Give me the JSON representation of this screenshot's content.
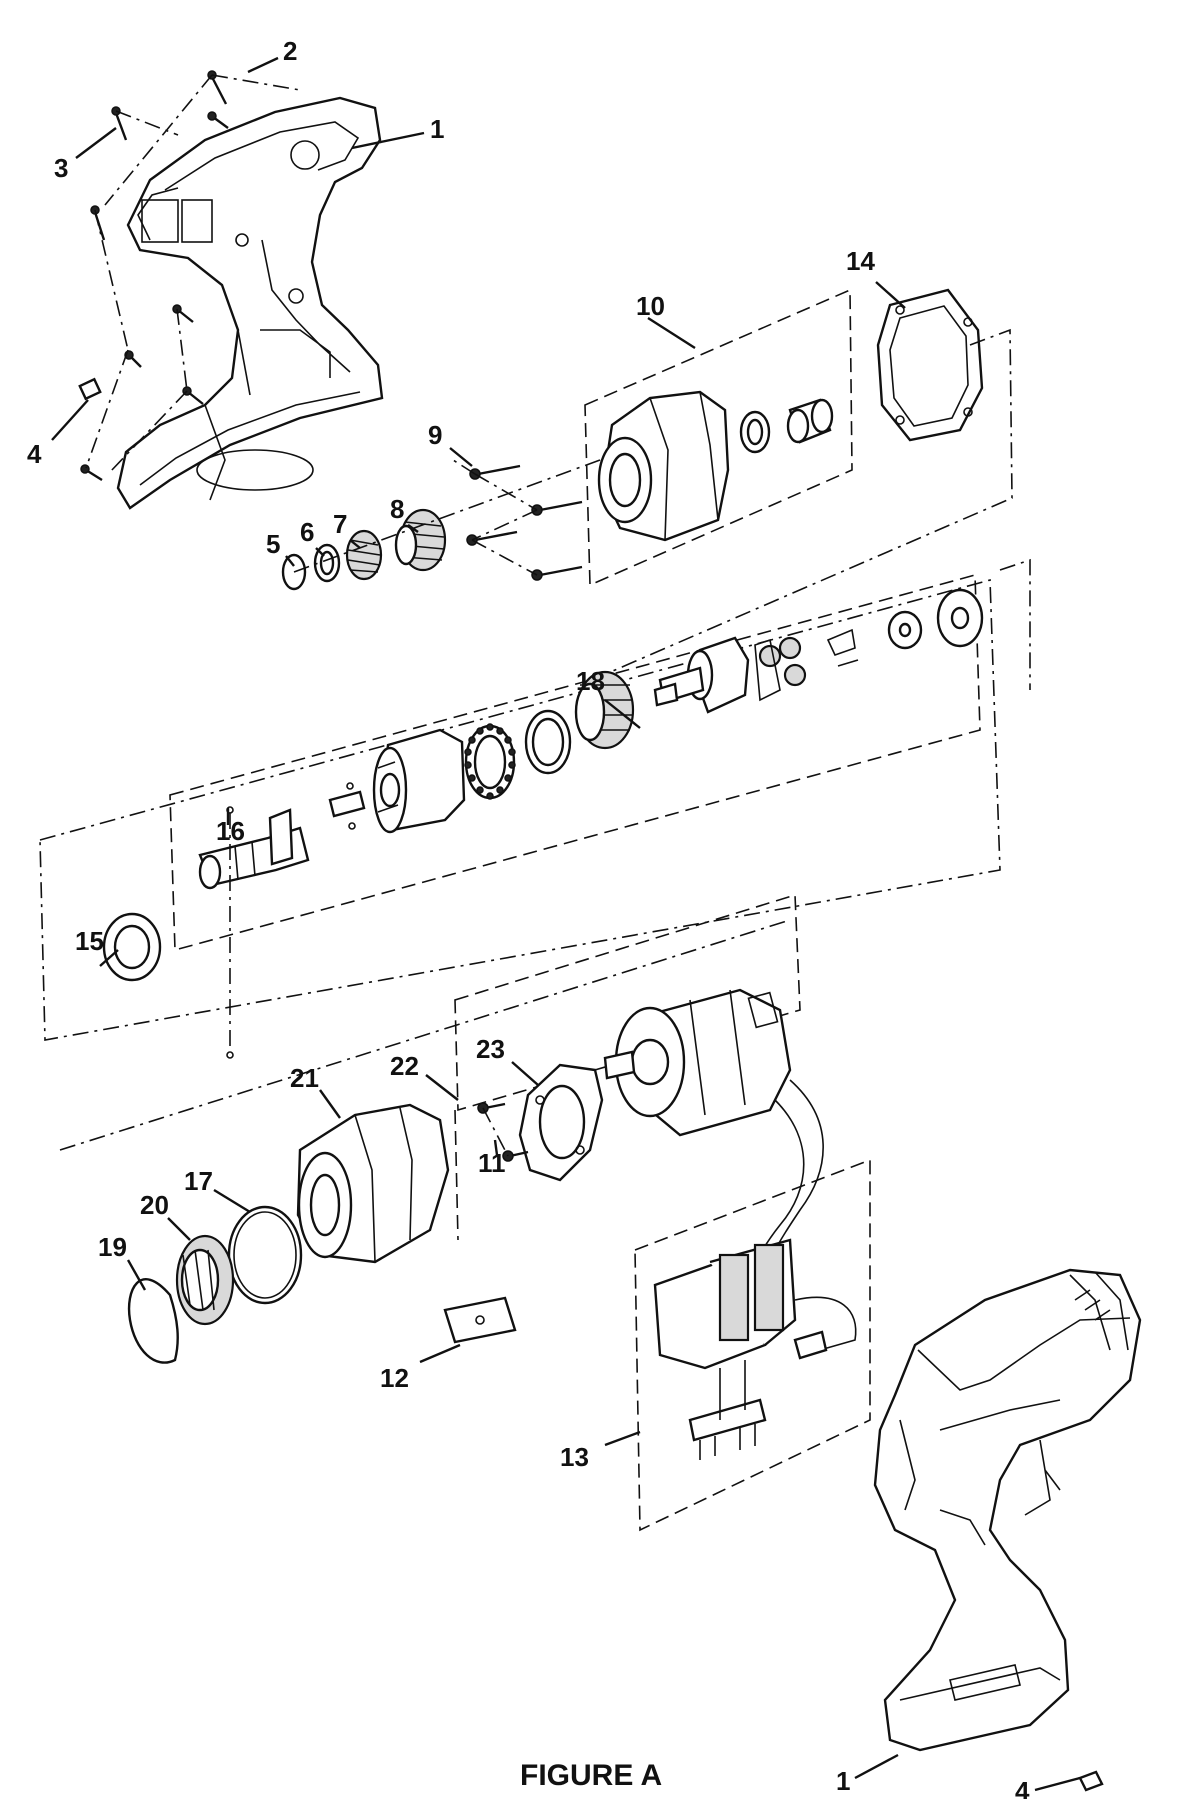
{
  "figure": {
    "caption": "FIGURE A"
  },
  "callouts": [
    {
      "id": "1a",
      "text": "1"
    },
    {
      "id": "2",
      "text": "2"
    },
    {
      "id": "3",
      "text": "3"
    },
    {
      "id": "4a",
      "text": "4"
    },
    {
      "id": "5",
      "text": "5"
    },
    {
      "id": "6",
      "text": "6"
    },
    {
      "id": "7",
      "text": "7"
    },
    {
      "id": "8",
      "text": "8"
    },
    {
      "id": "9",
      "text": "9"
    },
    {
      "id": "10",
      "text": "10"
    },
    {
      "id": "14",
      "text": "14"
    },
    {
      "id": "18",
      "text": "18"
    },
    {
      "id": "16",
      "text": "16"
    },
    {
      "id": "15",
      "text": "15"
    },
    {
      "id": "23",
      "text": "23"
    },
    {
      "id": "22",
      "text": "22"
    },
    {
      "id": "21",
      "text": "21"
    },
    {
      "id": "17",
      "text": "17"
    },
    {
      "id": "20",
      "text": "20"
    },
    {
      "id": "19",
      "text": "19"
    },
    {
      "id": "11",
      "text": "11"
    },
    {
      "id": "12",
      "text": "12"
    },
    {
      "id": "13",
      "text": "13"
    },
    {
      "id": "1b",
      "text": "1"
    },
    {
      "id": "4b",
      "text": "4"
    }
  ]
}
